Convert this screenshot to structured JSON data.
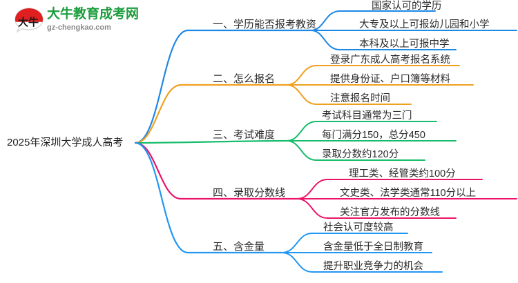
{
  "logo": {
    "mark_name": "da-niu-bull-logo",
    "title": "大牛教育成考网",
    "domain": "gz-chengkao.com",
    "title_color": "#1a9c3c",
    "domain_color": "#8a8a8a",
    "mark_color": "#e02020"
  },
  "mindmap": {
    "root": {
      "label": "2025年深圳大学成人高考"
    },
    "branches": [
      {
        "label": "一、学历能否报考教资",
        "color": "#1e88e5",
        "children": [
          "国家认可的学历",
          "大专及以上可报幼儿园和小学",
          "本科及以上可报中学"
        ]
      },
      {
        "label": "二、怎么报名",
        "color": "#f0a020",
        "children": [
          "登录广东成人高考报名系统",
          "提供身份证、户口簿等材料",
          "注意报名时间"
        ]
      },
      {
        "label": "三、考试难度",
        "color": "#17bd6b",
        "children": [
          "考试科目通常为三门",
          "每门满分150，总分450",
          "录取分数约120分"
        ]
      },
      {
        "label": "四、录取分数线",
        "color": "#ec1368",
        "children": [
          "理工类、经管类约100分",
          "文史类、法学类通常110分以上",
          "关注官方发布的分数线"
        ]
      },
      {
        "label": "五、含金量",
        "color": "#2196f3",
        "children": [
          "社会认可度较高",
          "含金量低于全日制教育",
          "提升职业竞争力的机会"
        ]
      }
    ]
  }
}
